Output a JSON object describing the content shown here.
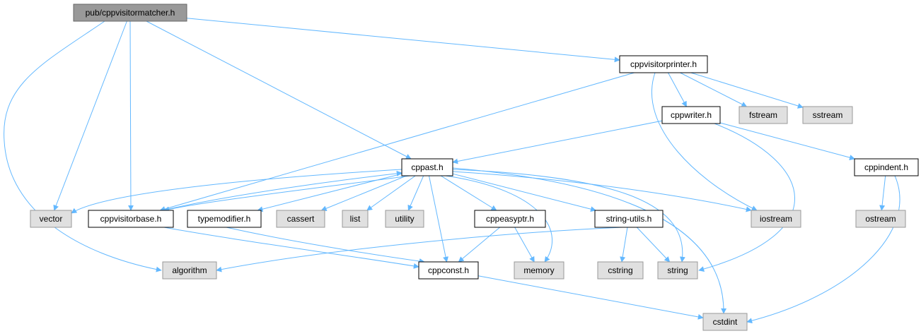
{
  "colors": {
    "edge": "#63b8ff",
    "root_fill": "#999999",
    "local_fill": "#ffffff",
    "system_fill": "#e0e0e0",
    "local_border": "#000000",
    "system_border": "#999999",
    "text": "#000000"
  },
  "nodes": [
    {
      "id": "root",
      "label": "pub/cppvisitormatcher.h",
      "kind": "root"
    },
    {
      "id": "printer",
      "label": "cppvisitorprinter.h",
      "kind": "local"
    },
    {
      "id": "writer",
      "label": "cppwriter.h",
      "kind": "local"
    },
    {
      "id": "fstream",
      "label": "fstream",
      "kind": "system"
    },
    {
      "id": "sstream",
      "label": "sstream",
      "kind": "system"
    },
    {
      "id": "cppast",
      "label": "cppast.h",
      "kind": "local"
    },
    {
      "id": "indent",
      "label": "cppindent.h",
      "kind": "local"
    },
    {
      "id": "vector",
      "label": "vector",
      "kind": "system"
    },
    {
      "id": "visitorbase",
      "label": "cppvisitorbase.h",
      "kind": "local"
    },
    {
      "id": "typemod",
      "label": "typemodifier.h",
      "kind": "local"
    },
    {
      "id": "cassert",
      "label": "cassert",
      "kind": "system"
    },
    {
      "id": "list",
      "label": "list",
      "kind": "system"
    },
    {
      "id": "utility",
      "label": "utility",
      "kind": "system"
    },
    {
      "id": "easyptr",
      "label": "cppeasyptr.h",
      "kind": "local"
    },
    {
      "id": "strutils",
      "label": "string-utils.h",
      "kind": "local"
    },
    {
      "id": "iostream",
      "label": "iostream",
      "kind": "system"
    },
    {
      "id": "ostream",
      "label": "ostream",
      "kind": "system"
    },
    {
      "id": "algorithm",
      "label": "algorithm",
      "kind": "system"
    },
    {
      "id": "cppconst",
      "label": "cppconst.h",
      "kind": "local"
    },
    {
      "id": "memory",
      "label": "memory",
      "kind": "system"
    },
    {
      "id": "cstring",
      "label": "cstring",
      "kind": "system"
    },
    {
      "id": "string",
      "label": "string",
      "kind": "system"
    },
    {
      "id": "cstdint",
      "label": "cstdint",
      "kind": "system"
    }
  ],
  "edges": [
    [
      "root",
      "printer"
    ],
    [
      "root",
      "cppast"
    ],
    [
      "root",
      "visitorbase"
    ],
    [
      "root",
      "vector"
    ],
    [
      "root",
      "algorithm"
    ],
    [
      "printer",
      "writer"
    ],
    [
      "printer",
      "fstream"
    ],
    [
      "printer",
      "sstream"
    ],
    [
      "printer",
      "iostream"
    ],
    [
      "printer",
      "visitorbase"
    ],
    [
      "writer",
      "cppast"
    ],
    [
      "writer",
      "indent"
    ],
    [
      "writer",
      "string"
    ],
    [
      "indent",
      "ostream"
    ],
    [
      "indent",
      "cstdint"
    ],
    [
      "cppast",
      "vector"
    ],
    [
      "cppast",
      "visitorbase"
    ],
    [
      "cppast",
      "typemod"
    ],
    [
      "cppast",
      "cassert"
    ],
    [
      "cppast",
      "list"
    ],
    [
      "cppast",
      "utility"
    ],
    [
      "cppast",
      "easyptr"
    ],
    [
      "cppast",
      "strutils"
    ],
    [
      "cppast",
      "iostream"
    ],
    [
      "cppast",
      "cppconst"
    ],
    [
      "cppast",
      "memory"
    ],
    [
      "cppast",
      "string"
    ],
    [
      "cppast",
      "cstdint"
    ],
    [
      "visitorbase",
      "cppast"
    ],
    [
      "visitorbase",
      "cppconst"
    ],
    [
      "typemod",
      "cppconst"
    ],
    [
      "easyptr",
      "cppconst"
    ],
    [
      "easyptr",
      "memory"
    ],
    [
      "strutils",
      "algorithm"
    ],
    [
      "strutils",
      "cstring"
    ],
    [
      "strutils",
      "string"
    ],
    [
      "cppconst",
      "cstdint"
    ]
  ]
}
